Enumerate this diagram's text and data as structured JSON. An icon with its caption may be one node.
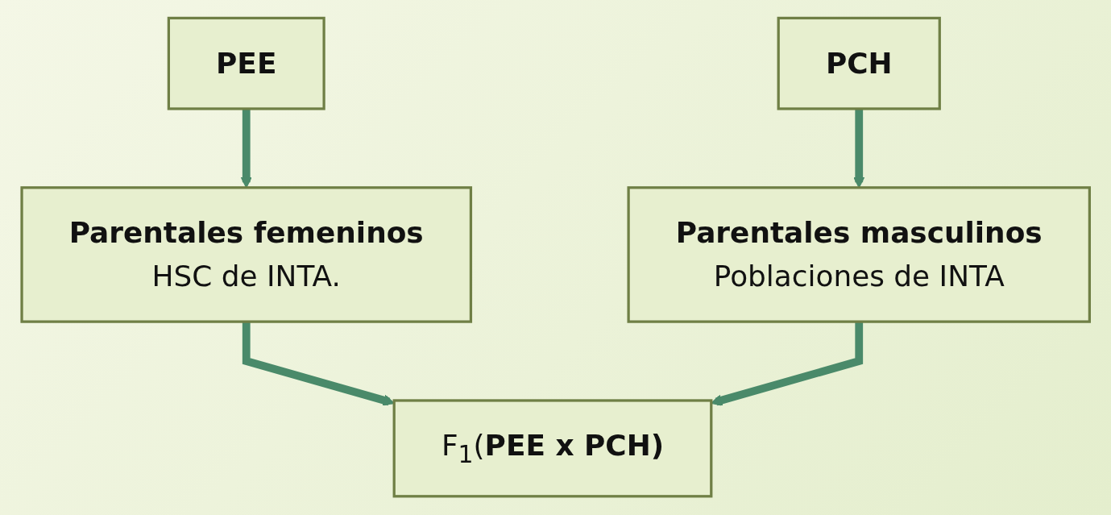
{
  "diagram": {
    "nodes": [
      {
        "text": [
          "PEE"
        ]
      },
      {
        "text": [
          "Parentales femeninos",
          "HSC de INTA."
        ]
      },
      {
        "text": [
          "PCH"
        ]
      },
      {
        "text": [
          "Parentales masculinos",
          "Poblaciones de INTA"
        ]
      },
      {
        "text": [
          "F$_{1}$(**PEE x PCH)**"
        ]
      }
    ],
    "edges": [
      {
        "from": 0,
        "to": 1,
        "arrow": "to"
      },
      {
        "from": 2,
        "to": 3,
        "arrow": "to"
      },
      {
        "from": 1,
        "to": 4,
        "arrow": "to"
      },
      {
        "from": 3,
        "to": 4,
        "arrow": "to"
      }
    ]
  }
}
